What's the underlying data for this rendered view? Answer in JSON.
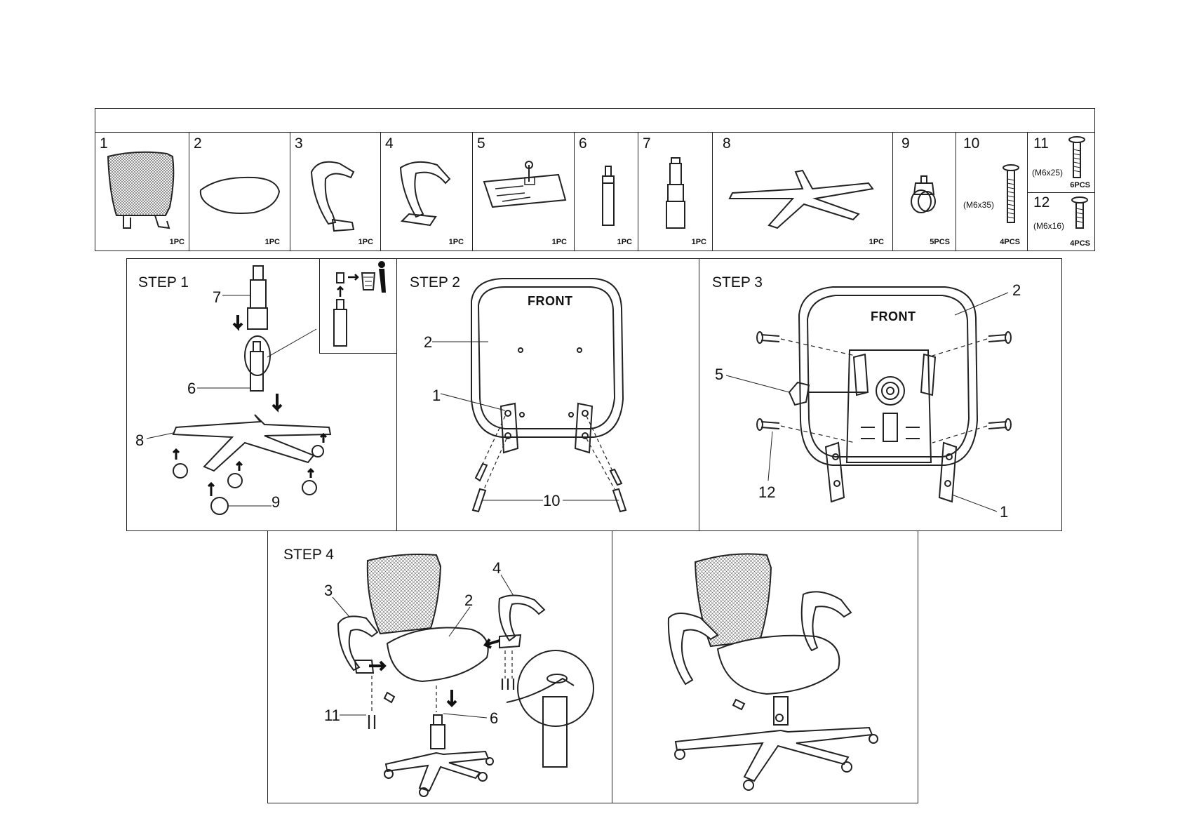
{
  "parts": [
    {
      "number": "1",
      "qty": "1PC",
      "icon": "mesh-backrest-icon"
    },
    {
      "number": "2",
      "qty": "1PC",
      "icon": "seat-cushion-icon"
    },
    {
      "number": "3",
      "qty": "1PC",
      "icon": "left-armrest-icon"
    },
    {
      "number": "4",
      "qty": "1PC",
      "icon": "right-armrest-icon"
    },
    {
      "number": "5",
      "qty": "1PC",
      "icon": "tilt-mechanism-icon"
    },
    {
      "number": "6",
      "qty": "1PC",
      "icon": "gas-lift-icon"
    },
    {
      "number": "7",
      "qty": "1PC",
      "icon": "gas-lift-cover-icon"
    },
    {
      "number": "8",
      "qty": "1PC",
      "icon": "star-base-icon"
    },
    {
      "number": "9",
      "qty": "5PCS",
      "icon": "caster-icon"
    },
    {
      "number": "10",
      "qty": "4PCS",
      "spec": "(M6x35)",
      "icon": "bolt-icon"
    },
    {
      "number": "11",
      "qty": "6PCS",
      "spec": "(M6x25)",
      "icon": "bolt-icon"
    },
    {
      "number": "12",
      "qty": "4PCS",
      "spec": "(M6x16)",
      "icon": "bolt-icon"
    }
  ],
  "steps": {
    "step1": {
      "title": "STEP 1",
      "labels": {
        "a": "7",
        "b": "6",
        "c": "8",
        "d": "9"
      }
    },
    "step2": {
      "title": "STEP 2",
      "front": "FRONT",
      "labels": {
        "a": "2",
        "b": "1",
        "c": "10"
      }
    },
    "step3": {
      "title": "STEP 3",
      "front": "FRONT",
      "labels": {
        "a": "2",
        "b": "5",
        "c": "12",
        "d": "1"
      }
    },
    "step4": {
      "title": "STEP 4",
      "labels": {
        "a": "3",
        "b": "4",
        "c": "2",
        "d": "11",
        "e": "6"
      }
    }
  }
}
